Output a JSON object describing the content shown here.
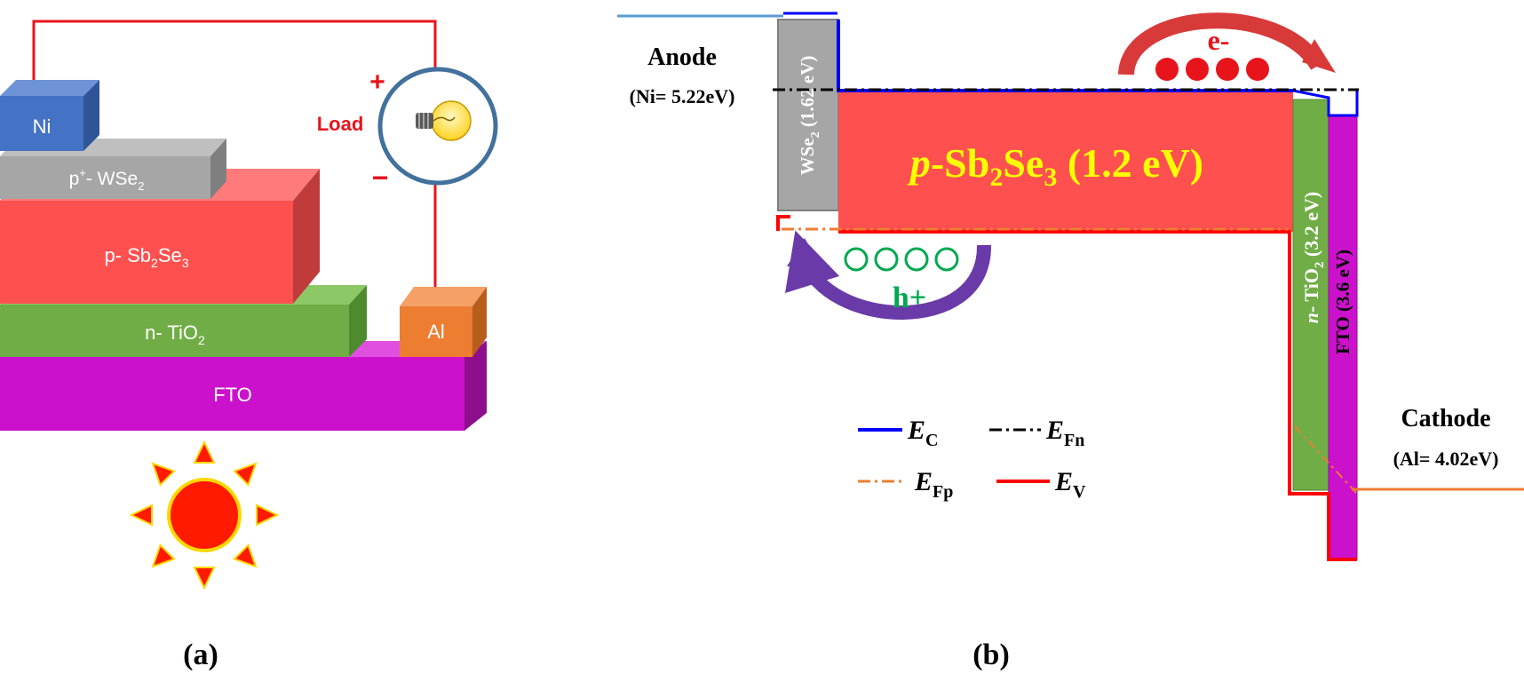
{
  "panel_a": {
    "caption": "(a)",
    "layers": {
      "ni": "Ni",
      "wse2": {
        "base": "p",
        "sup": "+",
        "suffix": "- WSe",
        "sub": "2"
      },
      "sb2se3": {
        "base": "p- Sb",
        "sub1": "2",
        "mid": "Se",
        "sub2": "3"
      },
      "tio2": {
        "base": "n- TiO",
        "sub": "2"
      },
      "al": "Al",
      "fto": "FTO"
    },
    "circuit": {
      "plus": "+",
      "minus": "−",
      "load": "Load"
    },
    "colors": {
      "ni": "#4472c4",
      "wse2": "#a6a6a6",
      "sb2se3": "#ff5050",
      "tio2": "#70ad47",
      "al": "#ed7d31",
      "fto": "#cc11cc",
      "wire": "#e8141c",
      "sun": "#ff1a00",
      "sun_edge": "#ffd700",
      "bulb_ring": "#41719c"
    },
    "icons": [
      "light-bulb-icon",
      "sun-icon"
    ]
  },
  "panel_b": {
    "caption": "(b)",
    "anode": {
      "title": "Anode",
      "value": "(Ni= 5.22eV)"
    },
    "cathode": {
      "title": "Cathode",
      "value": "(Al= 4.02eV)"
    },
    "layers": {
      "wse2": {
        "pre": "WSe",
        "sub": "2",
        "post": " (1.62 eV)"
      },
      "sb2se3": {
        "italic": "p",
        "a": "-Sb",
        "sub1": "2",
        "b": "Se",
        "sub2": "3",
        "c": " (1.2 eV)"
      },
      "tio2": {
        "italic": "n",
        "a": "- TiO",
        "sub": "2",
        "b": " (3.2 eV)"
      },
      "fto": "FTO (3.6 eV)"
    },
    "carriers": {
      "electron": "e-",
      "hole": "h+"
    },
    "legend": [
      {
        "symbol": "E",
        "sub": "C",
        "style": "solid",
        "color": "#0000ff"
      },
      {
        "symbol": "E",
        "sub": "Fn",
        "style": "dashdot",
        "color": "#000000"
      },
      {
        "symbol": "E",
        "sub": "Fp",
        "style": "dashdot",
        "color": "#ed7d31"
      },
      {
        "symbol": "E",
        "sub": "V",
        "style": "solid",
        "color": "#ff0000"
      }
    ],
    "colors": {
      "wse2": "#a6a6a6",
      "sb2se3": "#ff5050",
      "tio2": "#70ad47",
      "fto": "#cc11cc",
      "label_yellow": "#ffff00",
      "hole_green": "#00a84f",
      "electron_red": "#e8141c"
    }
  }
}
